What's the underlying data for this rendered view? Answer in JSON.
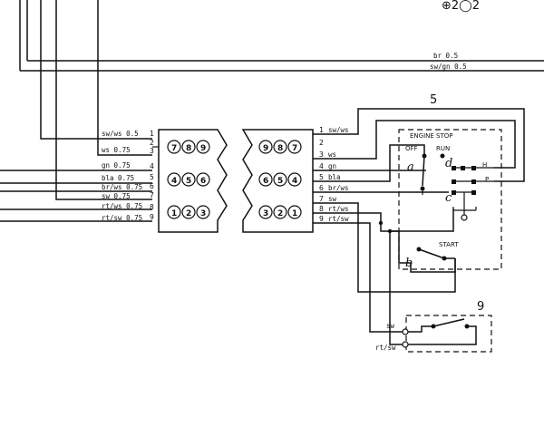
{
  "top_right": {
    "label": "⊕2◯2",
    "wire_a": "br 0.5",
    "wire_b": "sw/gn 0.5"
  },
  "left_connector": {
    "wires": [
      {
        "label": "sw/ws 0.5",
        "pin": "1"
      },
      {
        "label": "",
        "pin": "2"
      },
      {
        "label": "ws 0.75",
        "pin": "3"
      },
      {
        "label": "gn 0.75",
        "pin": "4"
      },
      {
        "label": "bla 0.75",
        "pin": "5"
      },
      {
        "label": "br/ws 0.75",
        "pin": "6"
      },
      {
        "label": "sw 0.75",
        "pin": "7"
      },
      {
        "label": "rt/ws 0.75",
        "pin": "8"
      },
      {
        "label": "rt/sw 0.75",
        "pin": "9"
      }
    ],
    "rows": [
      [
        "7",
        "8",
        "9"
      ],
      [
        "4",
        "5",
        "6"
      ],
      [
        "1",
        "2",
        "3"
      ]
    ]
  },
  "right_connector": {
    "rows": [
      [
        "9",
        "8",
        "7"
      ],
      [
        "6",
        "5",
        "4"
      ],
      [
        "3",
        "2",
        "1"
      ]
    ],
    "wires": [
      {
        "pin": "1",
        "label": "sw/ws"
      },
      {
        "pin": "2",
        "label": ""
      },
      {
        "pin": "3",
        "label": "ws"
      },
      {
        "pin": "4",
        "label": "gn"
      },
      {
        "pin": "5",
        "label": "bla"
      },
      {
        "pin": "6",
        "label": "br/ws"
      },
      {
        "pin": "7",
        "label": "sw"
      },
      {
        "pin": "8",
        "label": "rt/ws"
      },
      {
        "pin": "9",
        "label": "rt/sw"
      }
    ]
  },
  "switch5": {
    "number": "5",
    "title": "ENGINE STOP",
    "off": "OFF",
    "run": "RUN",
    "a": "a",
    "d": "d",
    "c": "c",
    "b": "b",
    "h": "H",
    "p": "P",
    "start": "START"
  },
  "switch9": {
    "number": "9",
    "wire_sw": "sw",
    "wire_rtsw": "rt/sw"
  }
}
